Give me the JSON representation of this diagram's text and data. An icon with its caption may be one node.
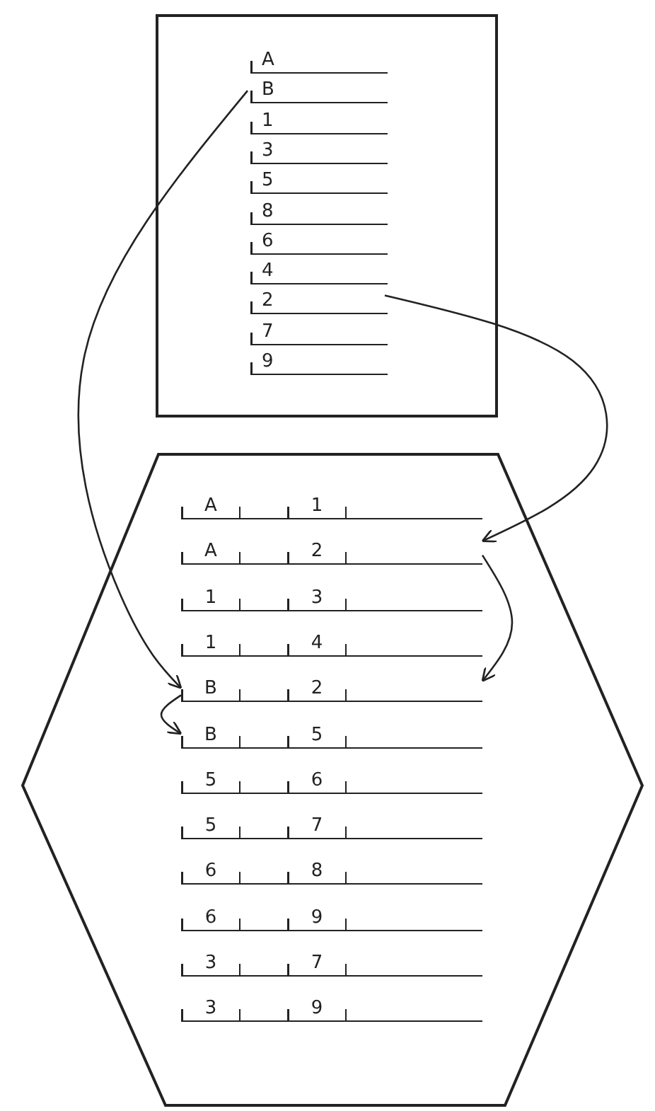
{
  "diagram": {
    "nodes": [
      {
        "text": [],
        "shape": "box"
      },
      {
        "text": [
          "A"
        ],
        "in": 0
      },
      {
        "text": [
          "B"
        ],
        "in": 0
      },
      {
        "text": [
          "1"
        ],
        "in": 0
      },
      {
        "text": [
          "3"
        ],
        "in": 0
      },
      {
        "text": [
          "5"
        ],
        "in": 0
      },
      {
        "text": [
          "8"
        ],
        "in": 0
      },
      {
        "text": [
          "6"
        ],
        "in": 0
      },
      {
        "text": [
          "4"
        ],
        "in": 0
      },
      {
        "text": [
          "2"
        ],
        "in": 0
      },
      {
        "text": [
          "7"
        ],
        "in": 0
      },
      {
        "text": [
          "9"
        ],
        "in": 0
      },
      {
        "text": [],
        "shape": "hexagon"
      },
      {
        "text": [
          "A",
          "1"
        ],
        "in": 12
      },
      {
        "text": [
          "A",
          "2"
        ],
        "in": 12
      },
      {
        "text": [
          "1",
          "3"
        ],
        "in": 12
      },
      {
        "text": [
          "1",
          "4"
        ],
        "in": 12
      },
      {
        "text": [
          "B",
          "2"
        ],
        "in": 12
      },
      {
        "text": [
          "B",
          "5"
        ],
        "in": 12
      },
      {
        "text": [
          "5",
          "6"
        ],
        "in": 12
      },
      {
        "text": [
          "5",
          "7"
        ],
        "in": 12
      },
      {
        "text": [
          "6",
          "8"
        ],
        "in": 12
      },
      {
        "text": [
          "6",
          "9"
        ],
        "in": 12
      },
      {
        "text": [
          "3",
          "7"
        ],
        "in": 12
      },
      {
        "text": [
          "3",
          "9"
        ],
        "in": 12
      }
    ],
    "edges": [
      {
        "from": 2,
        "to": 17,
        "arrow": "to"
      },
      {
        "from": 17,
        "to": 18,
        "arrow": "to"
      },
      {
        "from": 9,
        "to": 14,
        "arrow": "to"
      },
      {
        "from": 14,
        "to": 17,
        "arrow": "to"
      }
    ]
  }
}
